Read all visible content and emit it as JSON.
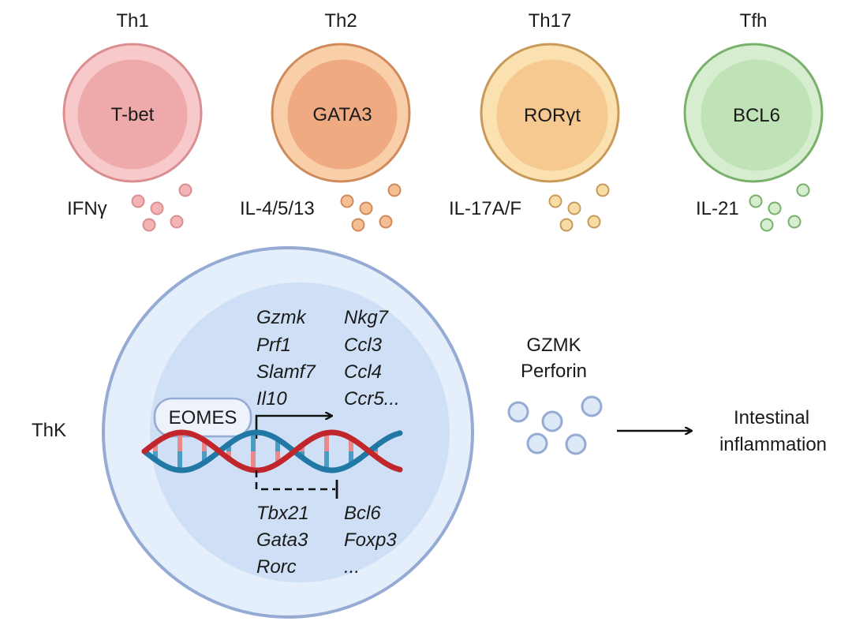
{
  "helper_cells": [
    {
      "name": "Th1",
      "transcription_factor": "T-bet",
      "cytokine": "IFNγ",
      "colors": {
        "outer_fill": "#f7c9ca",
        "inner_fill": "#eeaaab",
        "stroke": "#d98e90",
        "granule_fill": "#f4b4b6",
        "granule_stroke": "#d98e90"
      }
    },
    {
      "name": "Th2",
      "transcription_factor": "GATA3",
      "cytokine": "IL-4/5/13",
      "colors": {
        "outer_fill": "#f9cfa9",
        "inner_fill": "#efaa82",
        "stroke": "#d08a5c",
        "granule_fill": "#f5bf93",
        "granule_stroke": "#d08a5c"
      }
    },
    {
      "name": "Th17",
      "transcription_factor": "RORγt",
      "cytokine": "IL-17A/F",
      "colors": {
        "outer_fill": "#fbe1b0",
        "inner_fill": "#f5c98f",
        "stroke": "#c79a5a",
        "granule_fill": "#f8dca6",
        "granule_stroke": "#c79a5a"
      }
    },
    {
      "name": "Tfh",
      "transcription_factor": "BCL6",
      "cytokine": "IL-21",
      "colors": {
        "outer_fill": "#d6edd0",
        "inner_fill": "#bfe2b6",
        "stroke": "#79b16c",
        "granule_fill": "#d6edd0",
        "granule_stroke": "#79b16c"
      }
    }
  ],
  "thk_cell": {
    "label": "ThK",
    "transcription_factor": "EOMES",
    "colors": {
      "outer_fill": "#e4effb",
      "inner_fill": "#cfe0f6",
      "stroke": "#95abd4",
      "pill_fill": "#eef3fb",
      "pill_stroke": "#95abd4"
    },
    "upregulated_genes": {
      "column_1": [
        "Gzmk",
        "Prf1",
        "Slamf7",
        "Il10"
      ],
      "column_2": [
        "Nkg7",
        "Ccl3",
        "Ccl4",
        "Ccr5..."
      ]
    },
    "repressed_genes": {
      "column_1": [
        "Tbx21",
        "Gata3",
        "Rorc"
      ],
      "column_2": [
        "Bcl6",
        "Foxp3",
        "..."
      ]
    },
    "dna_colors": {
      "strand_a": "#c0262b",
      "strand_b": "#2278a5",
      "rung_a": "#e88a8c",
      "rung_b": "#4a9cc4"
    }
  },
  "effector_output": {
    "label_line_1": "GZMK",
    "label_line_2": "Perforin",
    "granule_colors": {
      "fill": "#dde9f7",
      "stroke": "#95abd4"
    }
  },
  "outcome": {
    "line_1": "Intestinal",
    "line_2": "inflammation"
  }
}
